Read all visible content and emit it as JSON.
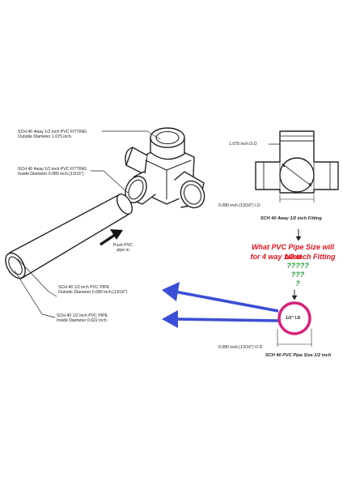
{
  "left_labels": {
    "fitting_od_line1": "SCH 40 4way 1/2 inch PVC FITTING",
    "fitting_od_line2": "Outside Diameter 1.075 inch.",
    "fitting_id_line1": "SCH 40 4way 1/2 inch PVC FITTING",
    "fitting_id_line2": "Inside Diameter 0.080 inch.(13/16\")",
    "push_line1": "Push PVC",
    "push_line2": "pipe in",
    "pipe_od_line1": "SCH 40 1/2  inch PVC PIPE",
    "pipe_od_line2": "Outside Diameter 0.080 inch.(13/16\")",
    "pipe_id_line1": "SCH 40 1/2 inch PVC PIPE",
    "pipe_id_line2": "Inside Diameter 0.622 inch."
  },
  "right_labels": {
    "od_label": "1.075 inch.O.D",
    "id_label": "0.080 inch.(13/16\") I.D",
    "fitting_caption": "SCH 40 4way 1/2 inch Fitting",
    "question_line1": "What PVC Pipe Size will need",
    "question_line2": "for 4 way  1/2 inch Fitting",
    "q5": "?????",
    "q3": "???",
    "q1": "?",
    "pipe_center_label": "1/2\" I.D",
    "pipe_od_label": "0.080 inch.(13/16\") O.D",
    "pipe_caption": "SCH 40 PVC Pipe Size 1/2 inch"
  },
  "colors": {
    "question_red": "#e0141e",
    "question_green": "#1e9e3a",
    "arrow_blue": "#3a4fd6",
    "ring_magenta": "#d6217a",
    "line": "#222222"
  }
}
